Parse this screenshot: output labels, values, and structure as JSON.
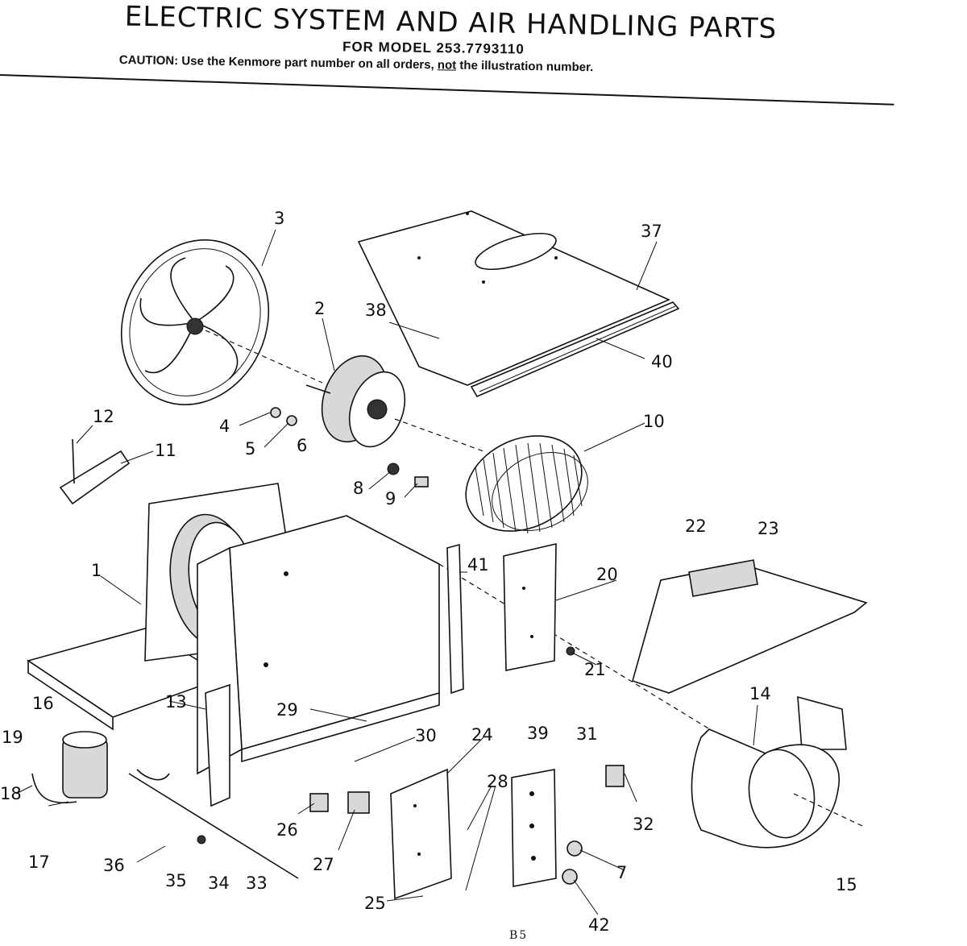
{
  "header": {
    "title": "ELECTRIC SYSTEM AND AIR HANDLING PARTS",
    "subtitle": "FOR MODEL 253.7793110",
    "caution_prefix": "CAUTION: Use the Kenmore part number on all orders, ",
    "caution_not": "not",
    "caution_suffix": " the illustration number."
  },
  "page_code": "B5",
  "callouts": [
    "1",
    "2",
    "3",
    "4",
    "5",
    "6",
    "7",
    "8",
    "9",
    "10",
    "11",
    "12",
    "13",
    "14",
    "15",
    "16",
    "17",
    "18",
    "19",
    "20",
    "21",
    "22",
    "23",
    "24",
    "25",
    "26",
    "27",
    "28",
    "29",
    "30",
    "31",
    "32",
    "33",
    "34",
    "35",
    "36",
    "37",
    "38",
    "39",
    "40",
    "41",
    "42"
  ]
}
